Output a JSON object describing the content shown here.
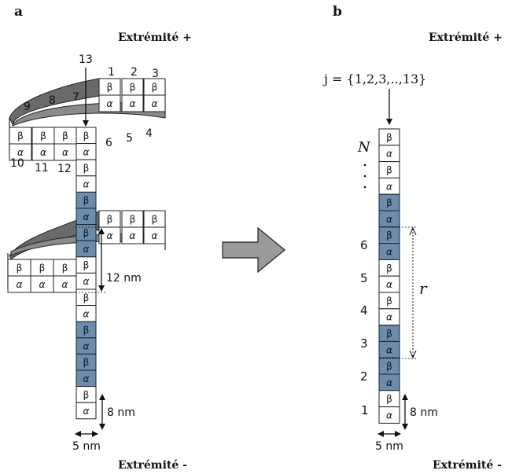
{
  "panel_a": {
    "label": "a",
    "end_plus": "Extrémité +",
    "end_minus": "Extrémité -",
    "protofilament_numbers": [
      "1",
      "2",
      "3",
      "4",
      "5",
      "6",
      "7",
      "8",
      "9",
      "10",
      "11",
      "12",
      "13"
    ],
    "dim_pitch": "12 nm",
    "dim_height": "8 nm",
    "dim_width": "5 nm"
  },
  "panel_b": {
    "label": "b",
    "end_plus": "Extrémité +",
    "end_minus": "Extrémité -",
    "j_set": "j = {1,2,3,..,13}",
    "dimer_labels": [
      "1",
      "2",
      "3",
      "4",
      "5",
      "6"
    ],
    "top_label": "N",
    "distance_label": "r",
    "dim_height": "8 nm",
    "dim_width": "5 nm"
  },
  "subunits": {
    "beta": "β",
    "alpha": "α"
  },
  "colors": {
    "highlight": "#6b8cae",
    "ribbon_shadow": "#8a8a8a",
    "ribbon_dark": "#5a5a5a",
    "arrow_fill": "#9a9a9a"
  }
}
